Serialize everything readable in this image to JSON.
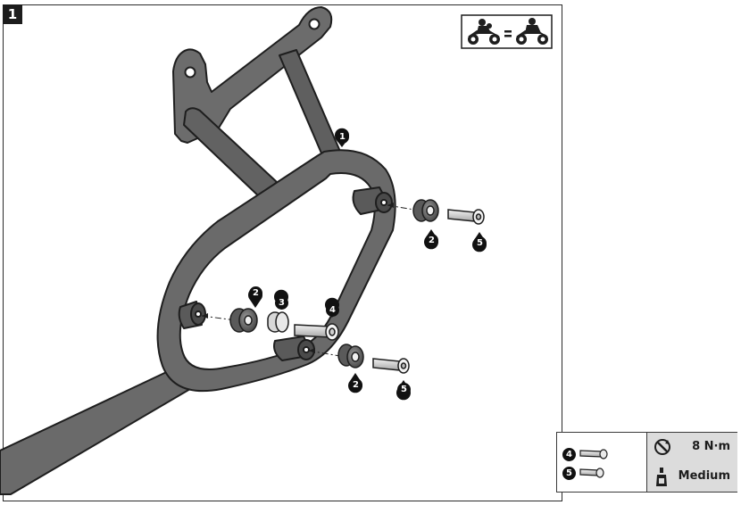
{
  "step": {
    "number": "1"
  },
  "callouts": {
    "c1": "1",
    "c2a": "2",
    "c5a": "5",
    "c2b": "2",
    "c3": "3",
    "c4": "4",
    "c2c": "2",
    "c5b": "5"
  },
  "legend": {
    "item_a": "4",
    "item_b": "5",
    "torque": "8 N·m",
    "threadlock": "Medium"
  },
  "colors": {
    "frame_gray": "#6a6a6a",
    "outline": "#1e1e1e",
    "legend_fill": "#dcdcdc"
  },
  "icons": [
    "two-motorcycles-equal-icon",
    "torque-wrench-icon",
    "threadlocker-bottle-icon",
    "bolt-icon"
  ]
}
